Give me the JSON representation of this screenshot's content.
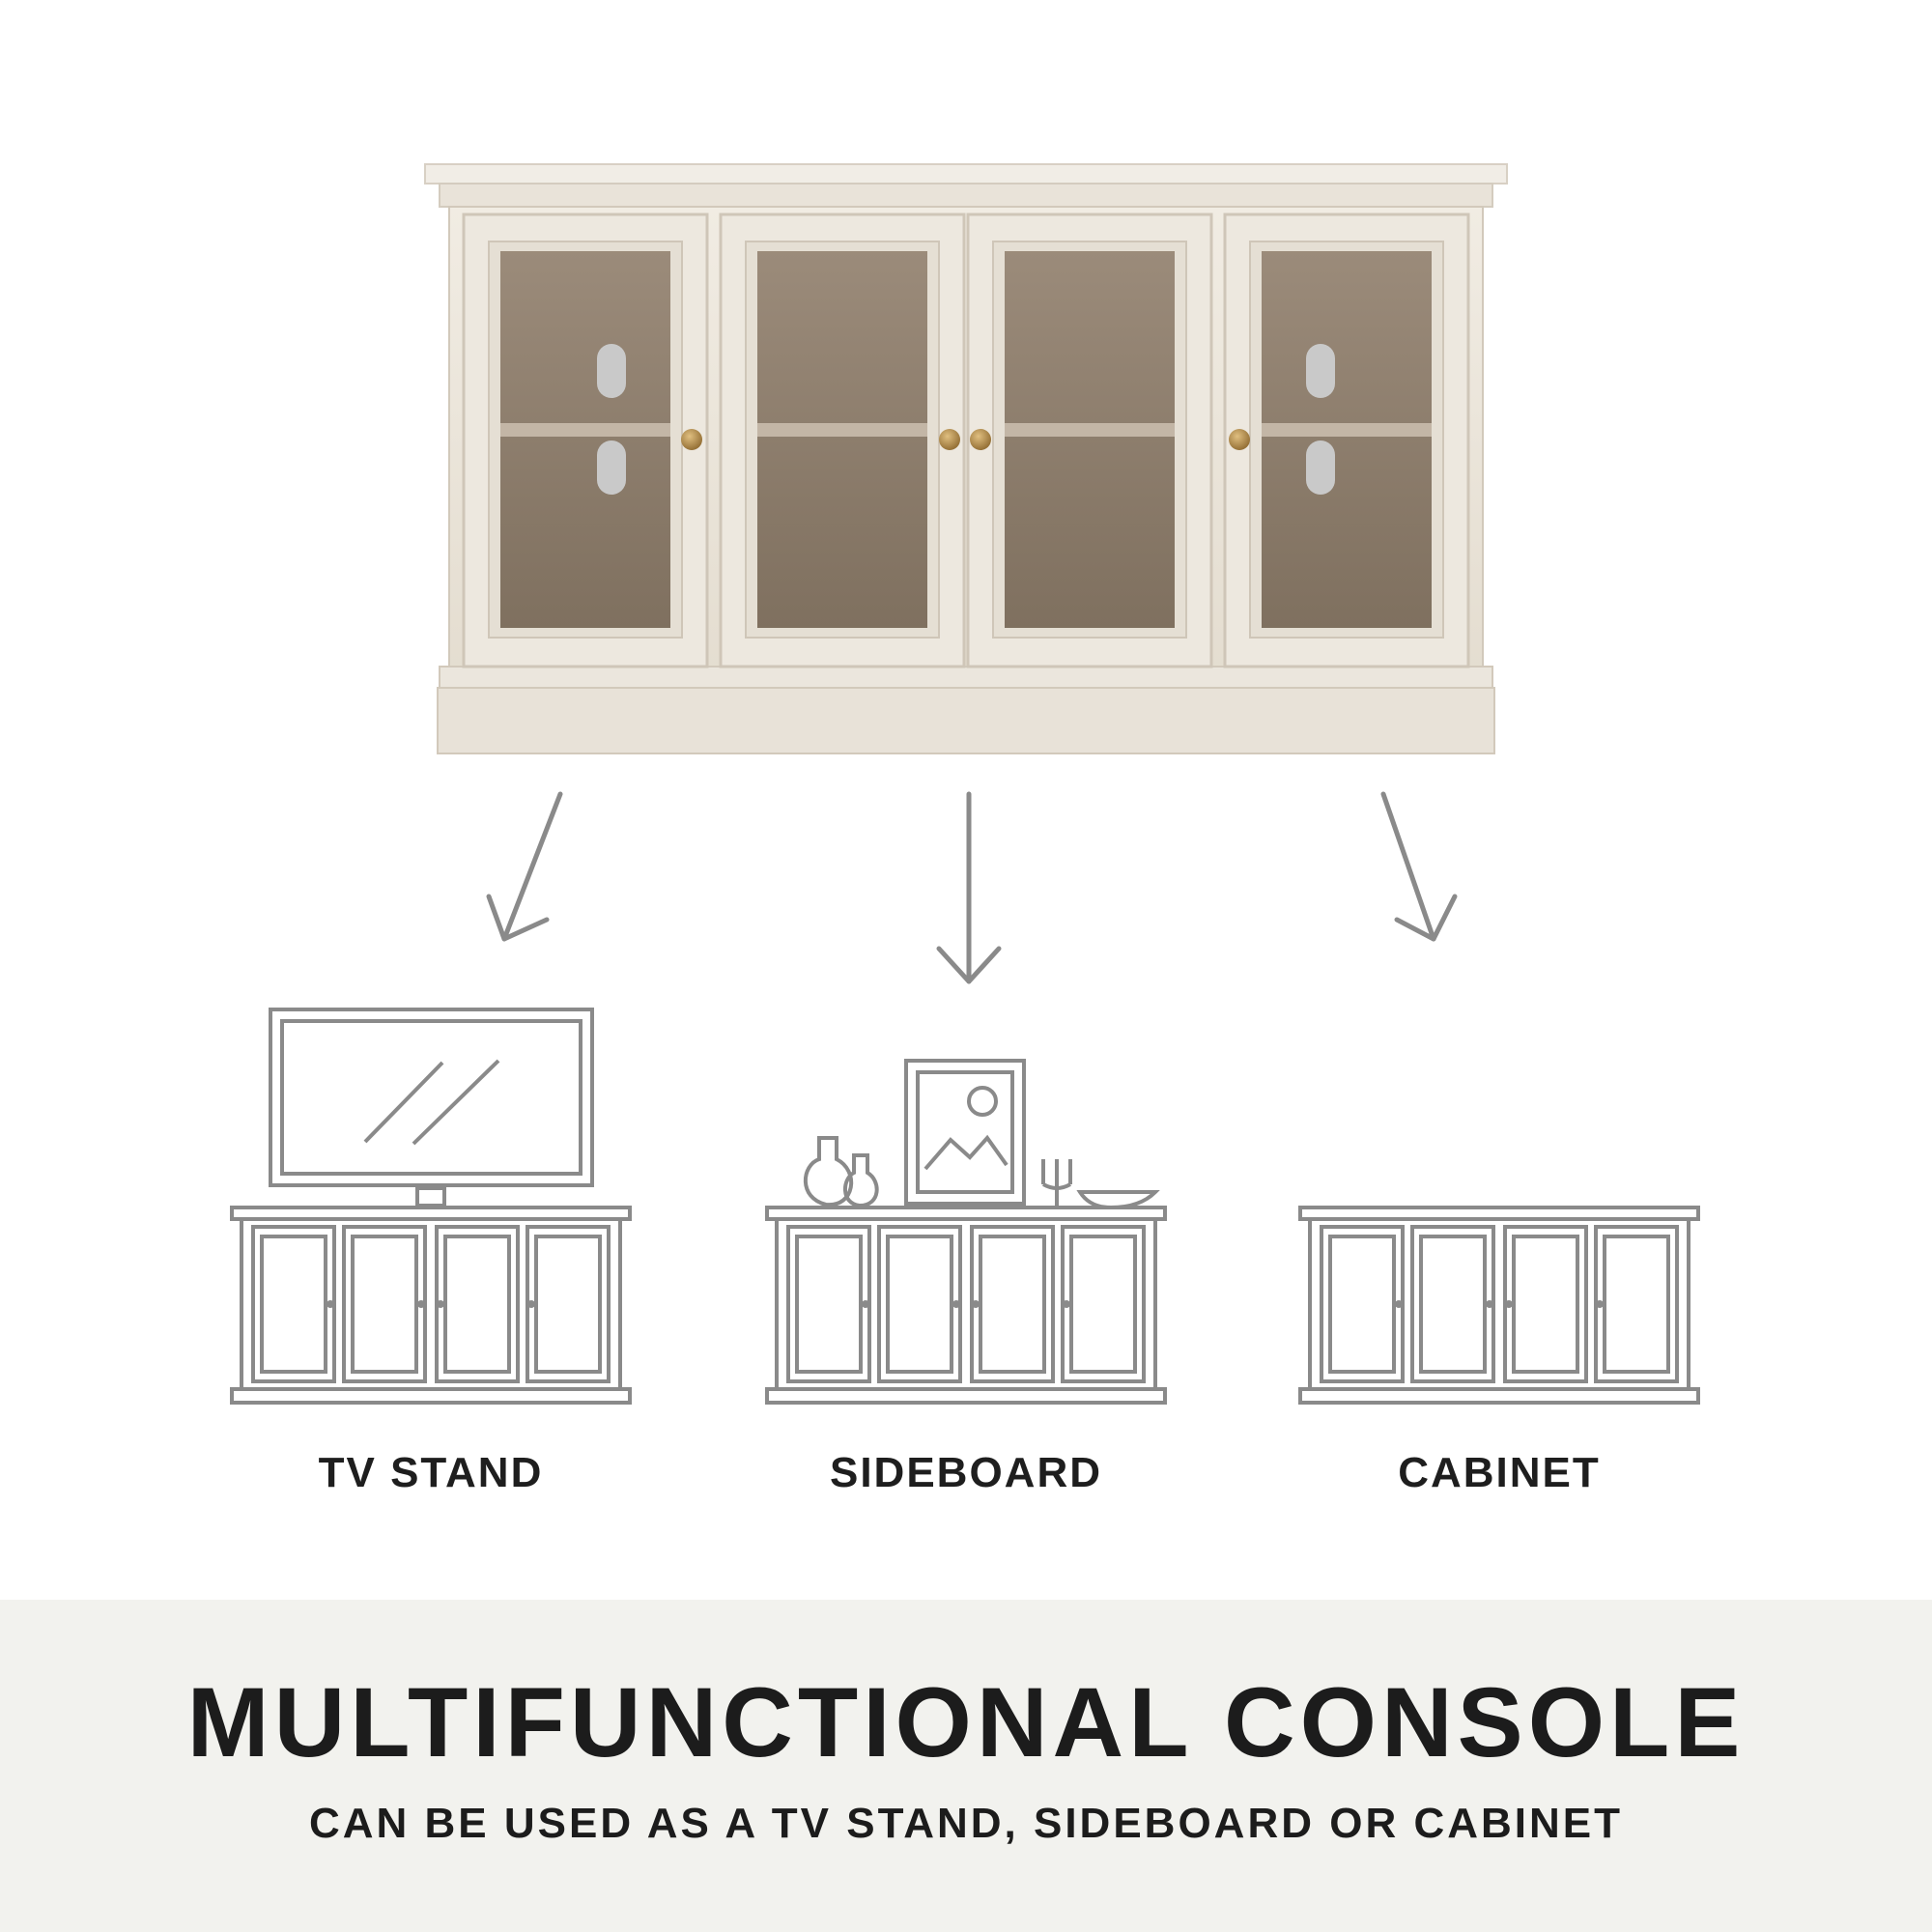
{
  "uses": [
    {
      "label": "TV STAND"
    },
    {
      "label": "SIDEBOARD"
    },
    {
      "label": "CABINET"
    }
  ],
  "footer": {
    "title": "MULTIFUNCTIONAL CONSOLE",
    "subtitle": "CAN BE USED AS A TV STAND, SIDEBOARD OR CABINET"
  },
  "colors": {
    "cabinet_finish": "#ece6dc",
    "glass": "#8a7a6a",
    "knob": "#b08a4a",
    "line_icon": "#8a8a8a",
    "text": "#1c1c1c",
    "footer_band": "#f2f2ee"
  },
  "icons": [
    "arrow-down-left-icon",
    "arrow-down-icon",
    "arrow-down-right-icon",
    "tv-stand-icon",
    "sideboard-icon",
    "cabinet-icon"
  ]
}
